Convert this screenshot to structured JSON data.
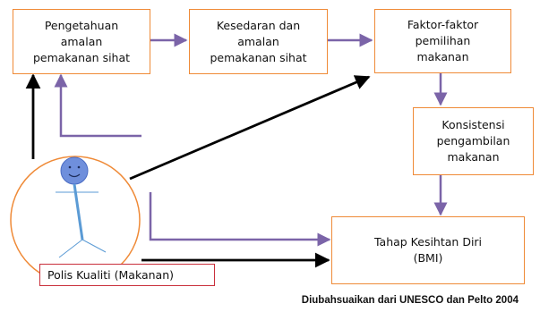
{
  "boxes": {
    "knowledge": "Pengetahuan\namalan\npemakanan sihat",
    "awareness": "Kesedaran dan\namalan\npemakanan sihat",
    "factors": "Faktor-faktor\npemilihan\nmakanan",
    "consistency": "Konsistensi\npengambilan\nmakanan",
    "health": "Tahap Kesihtan Diri\n(BMI)"
  },
  "policy_label": "Polis Kualiti (Makanan)",
  "source_note": "Diubahsuaikan dari UNESCO dan Pelto 2004",
  "colors": {
    "box_border": "#ef8a37",
    "flow_arrow": "#7b64a8",
    "influence_arrow": "#000000",
    "policy_border": "#c9303c",
    "person_fill": "#6f8fdc",
    "person_line": "#5b9bd5",
    "ellipse": "#ef8a37"
  },
  "icons": {
    "person": "stick-figure-icon"
  }
}
